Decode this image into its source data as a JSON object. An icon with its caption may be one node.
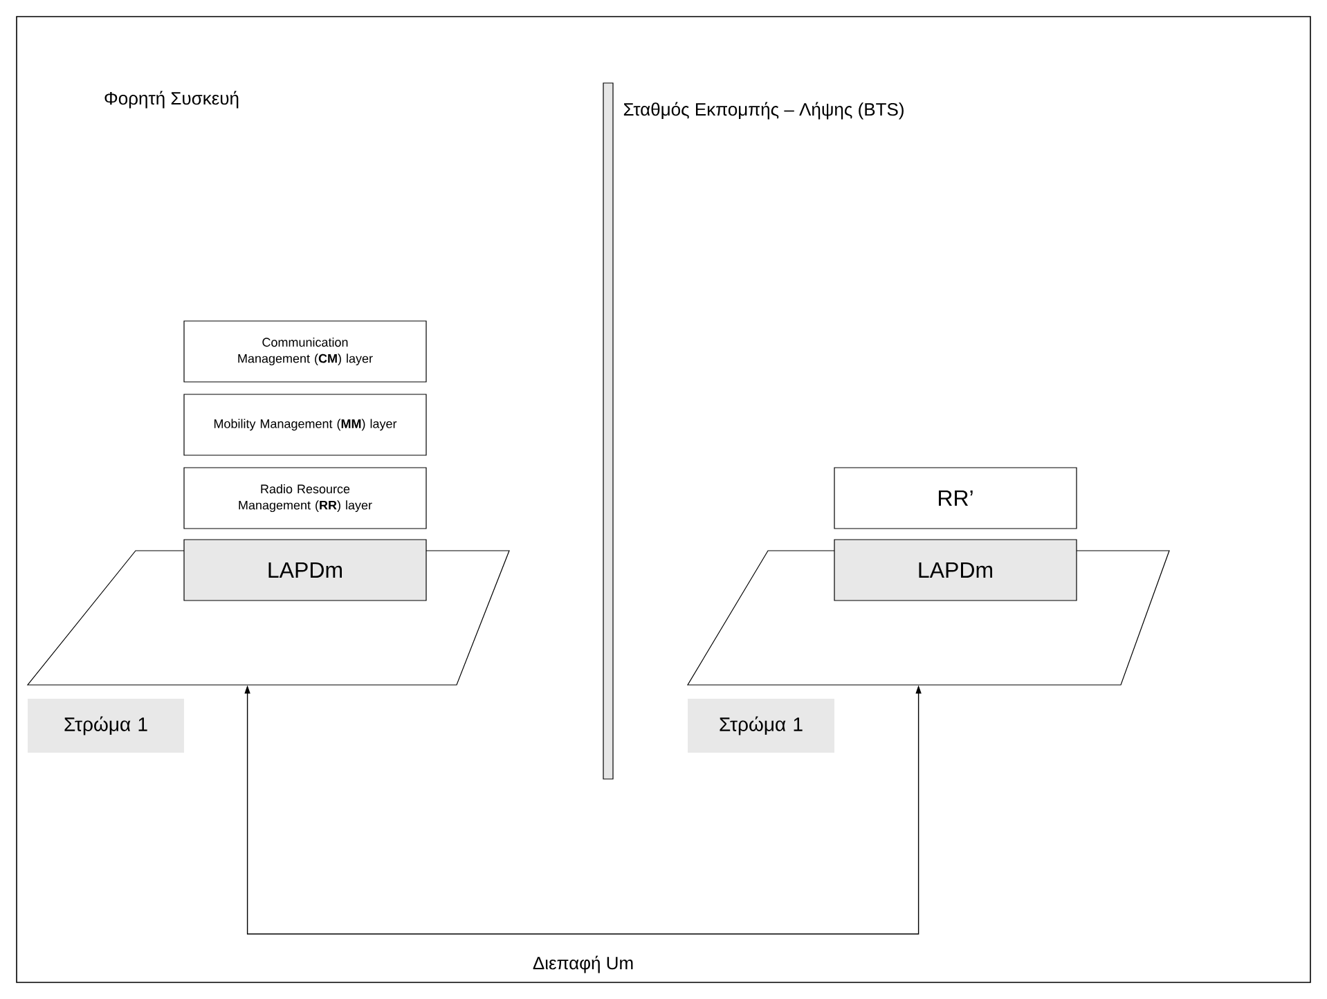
{
  "diagram": {
    "nodes": [
      {
        "text": [
          "Communication Management (**CM**) layer"
        ]
      },
      {
        "text": [
          "Mobility Management (**MM**) layer"
        ]
      },
      {
        "text": [
          "Radio Resource Management (**RR**) layer"
        ]
      },
      {
        "text": [
          "LAPDm"
        ]
      },
      {
        "text": [],
        "shape": "parallelogram"
      },
      {
        "text": [
          "Στρώμα 1"
        ]
      },
      {
        "text": [
          "RR’"
        ]
      },
      {
        "text": [
          "LAPDm"
        ]
      },
      {
        "text": [],
        "shape": "parallelogram"
      },
      {
        "text": [
          "Στρώμα 1"
        ]
      }
    ],
    "edges": [
      {
        "from": 4,
        "to": 8,
        "arrow": "both",
        "label": "Διεπαφή Um"
      }
    ],
    "labels": [
      "Φορητή Συσκευή",
      "Σταθμός Εκπομπής – Λήψης (BTS)"
    ]
  }
}
